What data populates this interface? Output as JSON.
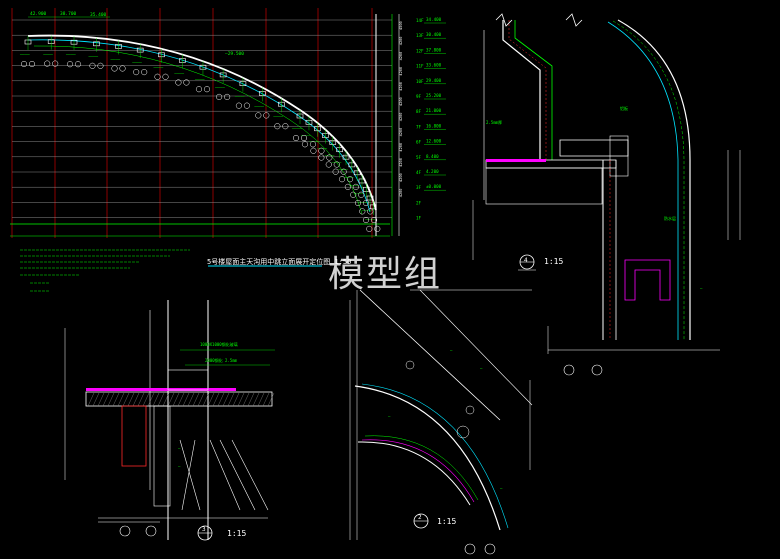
{
  "drawing": {
    "title": "5号楼屋面主天沟用中跳立面展开定位图",
    "title_scale": "1:50",
    "watermark": "模型组"
  },
  "details": [
    {
      "id": "detail-4",
      "number": "4",
      "scale": "1:15"
    },
    {
      "id": "detail-3",
      "number": "3",
      "scale": "1:15"
    },
    {
      "id": "detail-2",
      "number": "2",
      "scale": "1:15"
    }
  ],
  "elevation_labels": [
    "34.400",
    "30.400",
    "37.800",
    "33.600",
    "29.400",
    "25.200",
    "21.000",
    "16.800",
    "12.600",
    "8.400",
    "4.200",
    "±0.000"
  ],
  "floor_labels": [
    "14F",
    "13F",
    "12F",
    "11F",
    "10F",
    "9F",
    "8F",
    "7F",
    "6F",
    "5F",
    "4F",
    "3F",
    "2F",
    "1F"
  ],
  "dimension_texts": [
    "4500",
    "4200",
    "4200",
    "4200",
    "4200",
    "4200",
    "4200",
    "4200",
    "4200",
    "4200",
    "4200",
    "4200"
  ],
  "colors": {
    "background": "#000000",
    "line_white": "#ffffff",
    "line_green": "#00ff00",
    "line_red": "#ff2a2a",
    "line_cyan": "#00e5ff",
    "line_magenta": "#ff00ff",
    "line_yellow": "#ffff00",
    "grid_red": "#b00000"
  }
}
